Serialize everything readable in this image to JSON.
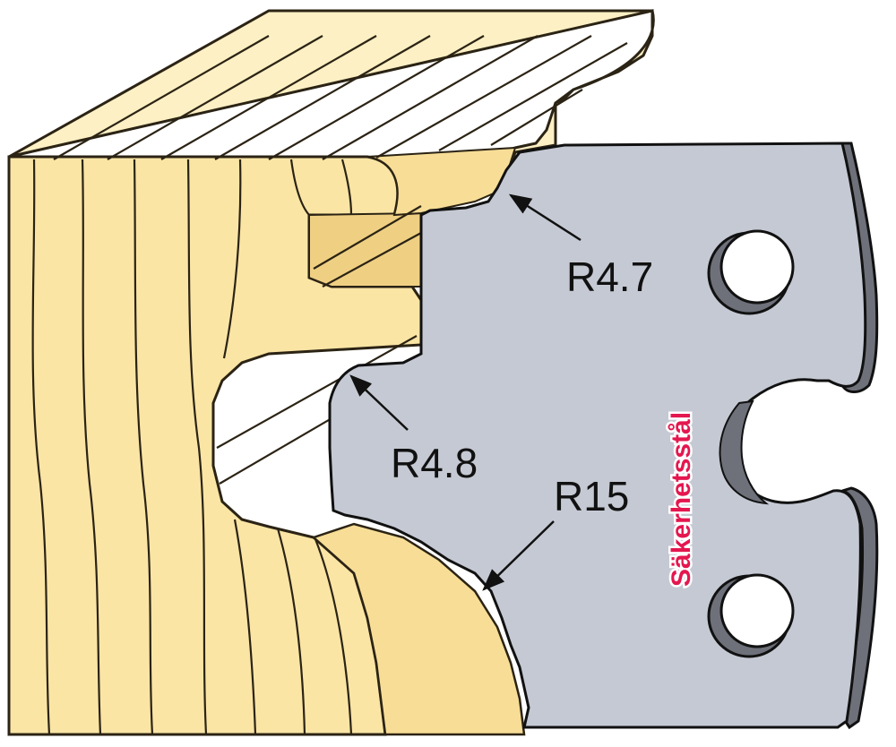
{
  "diagram": {
    "annotations": {
      "radius_top": "R4.7",
      "radius_middle": "R4.8",
      "radius_bottom": "R15"
    },
    "knife_text": "Säkerhetsstål"
  },
  "colors": {
    "wood_face": "#fae5a5",
    "wood_light": "#fdf0c4",
    "wood_shadow": "#efd083",
    "grain": "#2b2314",
    "steel": "#c5c9d3",
    "steel_edge": "#6e717a",
    "brand_red": "#e4174f"
  }
}
